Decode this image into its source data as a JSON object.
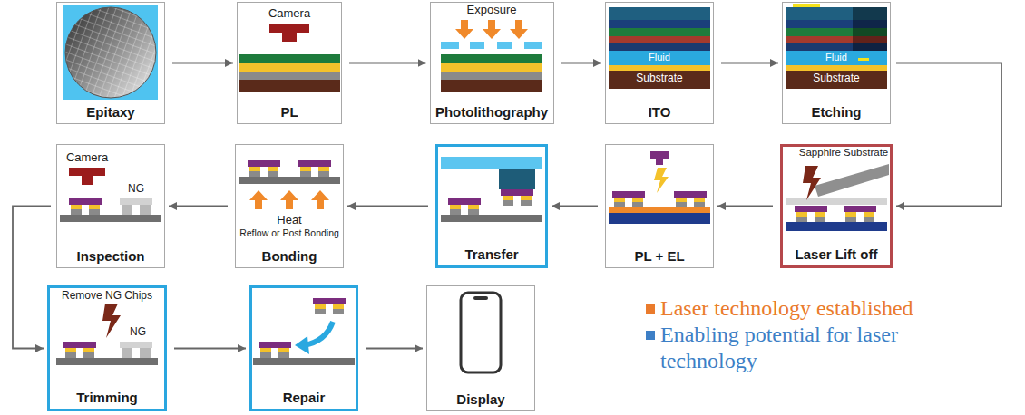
{
  "diagram": {
    "nodes": [
      {
        "text": [
          "Epitaxy"
        ]
      },
      {
        "text": [
          "PL"
        ]
      },
      {
        "text": [
          "Photolithography"
        ]
      },
      {
        "text": [
          "ITO"
        ]
      },
      {
        "text": [
          "Etching"
        ]
      },
      {
        "text": [
          "Inspection"
        ]
      },
      {
        "text": [
          "Bonding"
        ]
      },
      {
        "text": [
          "Transfer"
        ]
      },
      {
        "text": [
          "PL + EL"
        ]
      },
      {
        "text": [
          "Laser Lift off"
        ]
      },
      {
        "text": [
          "Trimming"
        ]
      },
      {
        "text": [
          "Repair"
        ]
      },
      {
        "text": [
          "Display"
        ]
      }
    ],
    "edges": [
      {
        "from": 0,
        "to": 1,
        "arrow": "to"
      },
      {
        "from": 1,
        "to": 2,
        "arrow": "to"
      },
      {
        "from": 2,
        "to": 3,
        "arrow": "to"
      },
      {
        "from": 3,
        "to": 4,
        "arrow": "to"
      },
      {
        "from": 4,
        "to": 9,
        "arrow": "to"
      },
      {
        "from": 9,
        "to": 8,
        "arrow": "to"
      },
      {
        "from": 8,
        "to": 7,
        "arrow": "to"
      },
      {
        "from": 7,
        "to": 6,
        "arrow": "to"
      },
      {
        "from": 6,
        "to": 5,
        "arrow": "to"
      },
      {
        "from": 5,
        "to": 10,
        "arrow": "to"
      },
      {
        "from": 10,
        "to": 11,
        "arrow": "to"
      },
      {
        "from": 11,
        "to": 12,
        "arrow": "to"
      }
    ],
    "labels": [
      "Camera",
      "Exposure",
      "Fluid",
      "Substrate",
      "Fluid",
      "Substrate",
      "Camera",
      "NG",
      "Heat",
      "Reflow or Post Bonding",
      "Sapphire Substrate",
      "Remove NG Chips",
      "NG"
    ],
    "legend": [
      {
        "text": "Laser technology established",
        "color": "#ea7b2c"
      },
      {
        "text": "Enabling potential for laser technology",
        "color": "#3d7fc6"
      }
    ]
  }
}
